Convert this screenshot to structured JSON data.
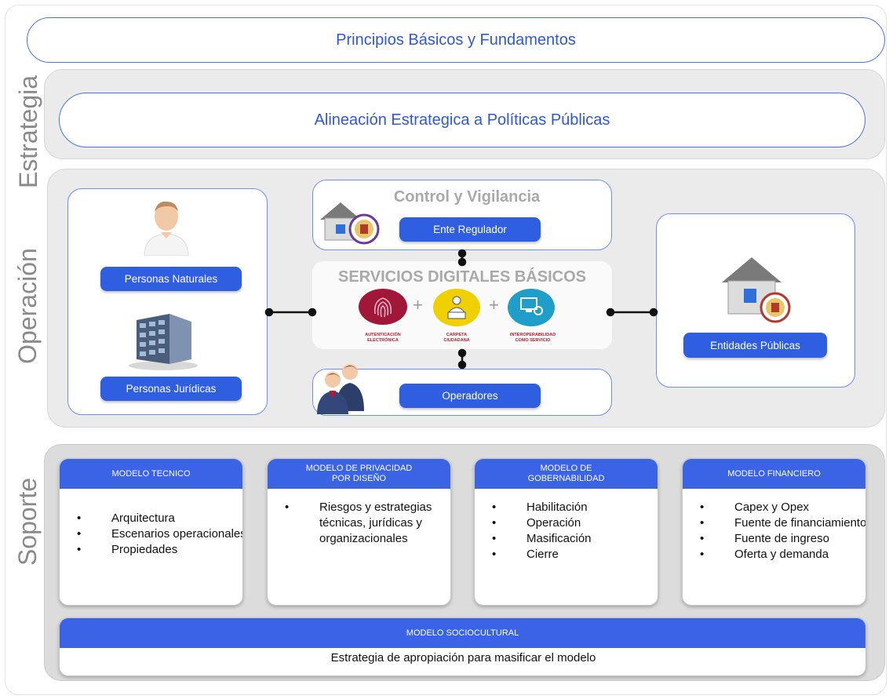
{
  "principios": "Principios Básicos y Fundamentos",
  "estrategia": {
    "label": "Estrategia",
    "alineacion": "Alineación Estrategica a Políticas Públicas"
  },
  "operacion": {
    "label": "Operación",
    "personas_naturales": "Personas Naturales",
    "personas_juridicas": "Personas Jurídicas",
    "control_title": "Control y Vigilancia",
    "ente_regulador": "Ente Regulador",
    "servicios_title": "SERVICIOS DIGITALES BÁSICOS",
    "servicios": [
      {
        "label_line1": "AUTENTICACIÓN",
        "label_line2": "ELECTRÓNICA",
        "color": "#a0173a"
      },
      {
        "label_line1": "CARPETA",
        "label_line2": "CIUDADANA",
        "color": "#f0d000"
      },
      {
        "label_line1": "INTEROPERABILIDAD",
        "label_line2": "COMO SERVICIO",
        "color": "#1e9ec8"
      }
    ],
    "operadores": "Operadores",
    "entidades_publicas": "Entidades Públicas"
  },
  "soporte": {
    "label": "Soporte",
    "models": [
      {
        "title_line1": "MODELO TECNICO",
        "title_line2": "",
        "items": [
          "Arquitectura",
          "Escenarios operacionales",
          "Propiedades"
        ]
      },
      {
        "title_line1": "MODELO DE PRIVACIDAD",
        "title_line2": "POR DISEÑO",
        "items": [
          "Riesgos y estrategias técnicas, jurídicas y organizacionales"
        ]
      },
      {
        "title_line1": "MODELO DE",
        "title_line2": "GOBERNABILIDAD",
        "items": [
          "Habilitación",
          "Operación",
          "Masificación",
          "Cierre"
        ]
      },
      {
        "title_line1": "MODELO FINANCIERO",
        "title_line2": "",
        "items": [
          "Capex y Opex",
          "Fuente de financiamiento",
          "Fuente de ingreso",
          "Oferta y demanda"
        ]
      }
    ],
    "sociocultural_title": "MODELO SOCIOCULTURAL",
    "sociocultural_text": "Estrategia de apropiación para masificar el modelo"
  },
  "colors": {
    "accent": "#2f5ee0",
    "border": "#4a73e8",
    "band": "#ebebeb"
  }
}
